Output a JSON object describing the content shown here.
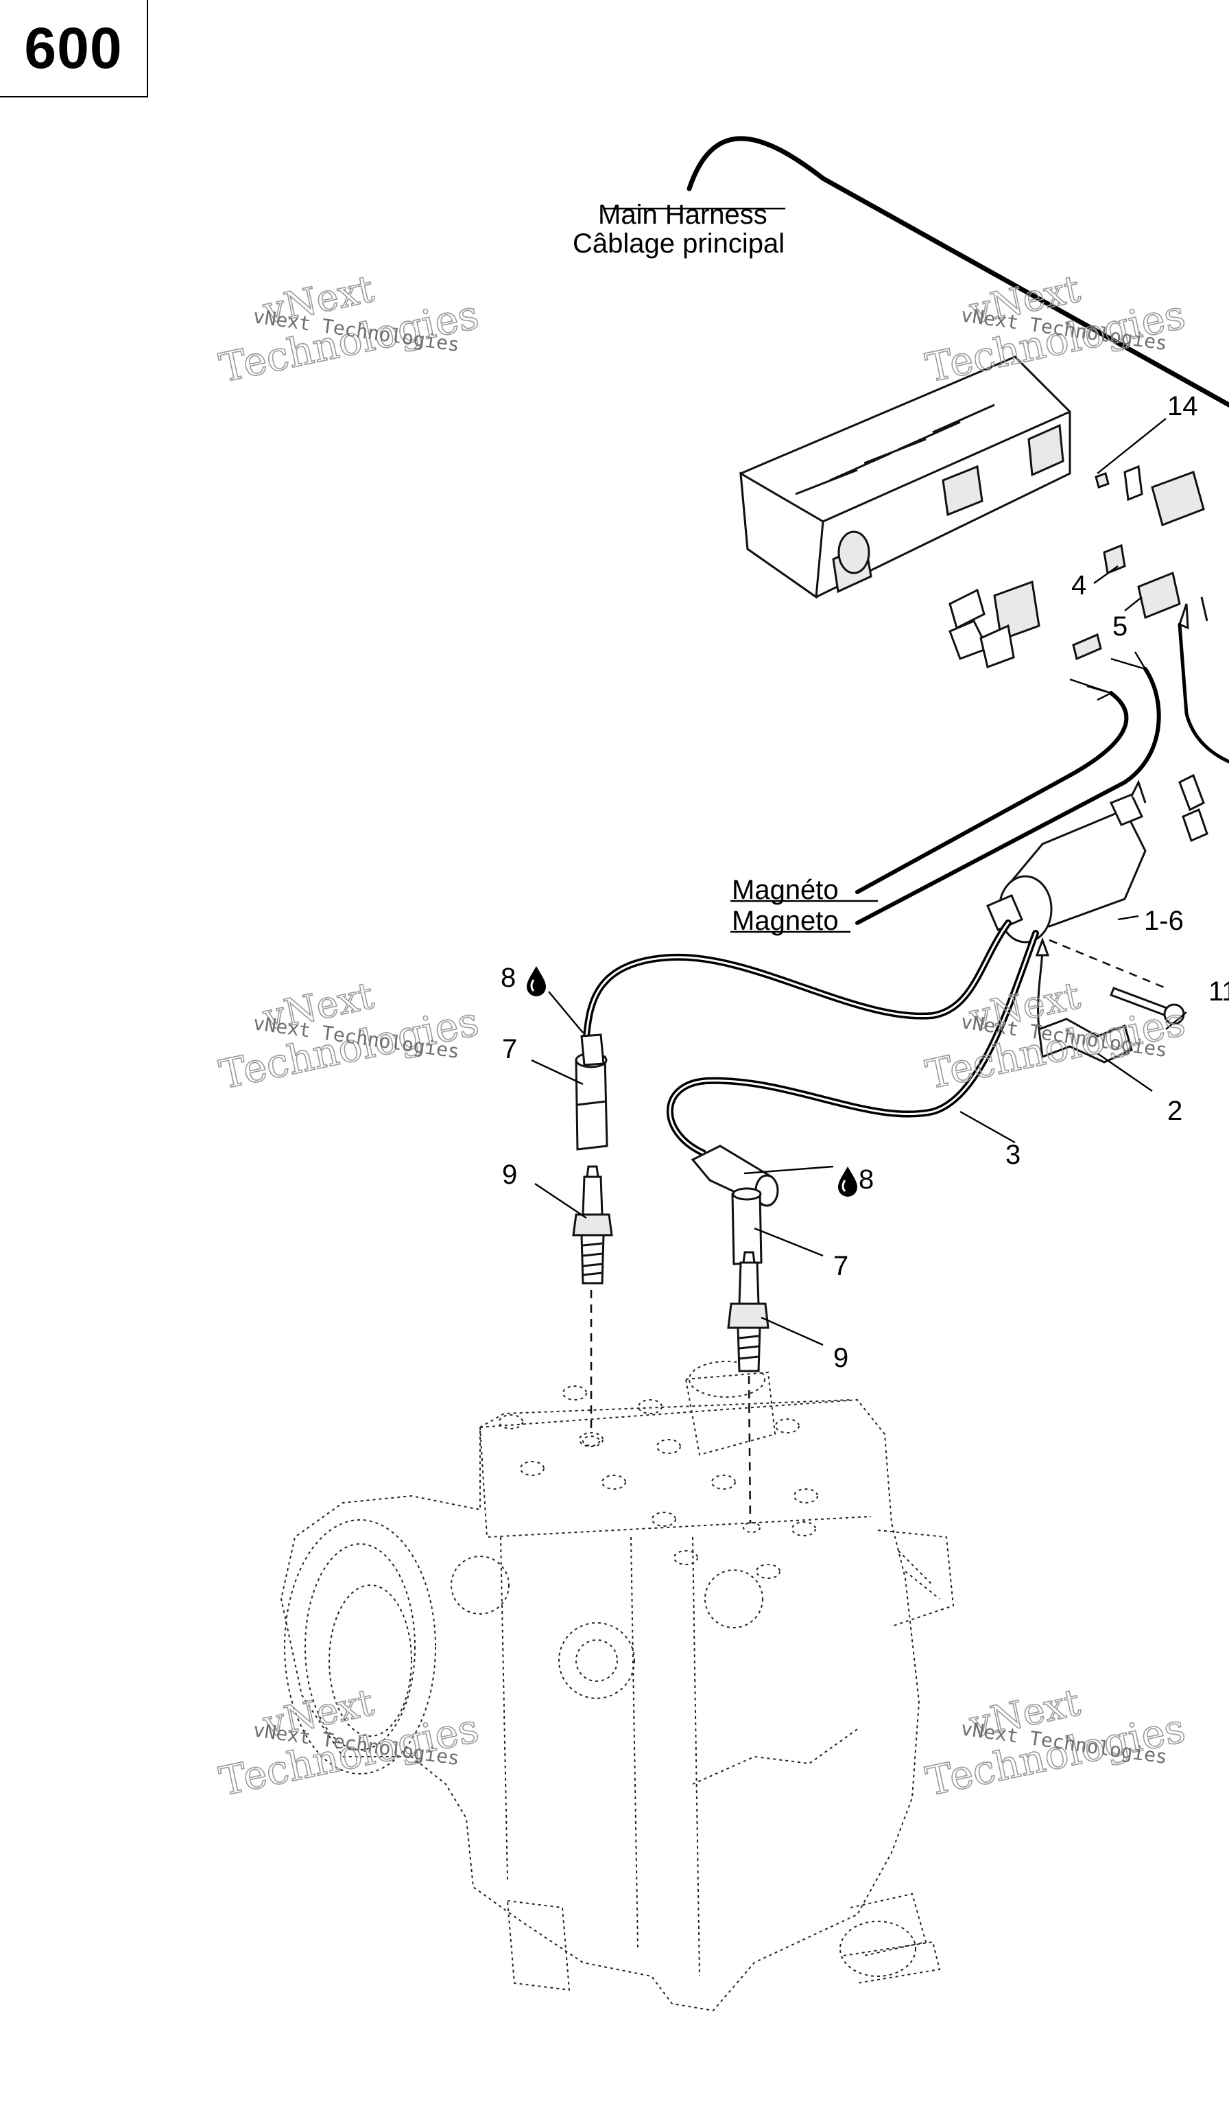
{
  "page_badge": "600",
  "harness_label": {
    "en": "Main Harness",
    "fr": "Câblage principal"
  },
  "magneto_label": {
    "fr": "Magnéto",
    "en": "Magneto"
  },
  "callouts": {
    "c14": "14",
    "c4": "4",
    "c5": "5",
    "c1_6": "1-6",
    "c11": "11",
    "c2": "2",
    "c3": "3",
    "c8a": "8",
    "c8b": "8",
    "c7a": "7",
    "c7b": "7",
    "c9a": "9",
    "c9b": "9"
  },
  "watermark": {
    "line1": "vNext",
    "line2": "Technologies",
    "caption": "vNext Technologies"
  },
  "icons": {
    "lubricant": "oil-drop-icon"
  }
}
